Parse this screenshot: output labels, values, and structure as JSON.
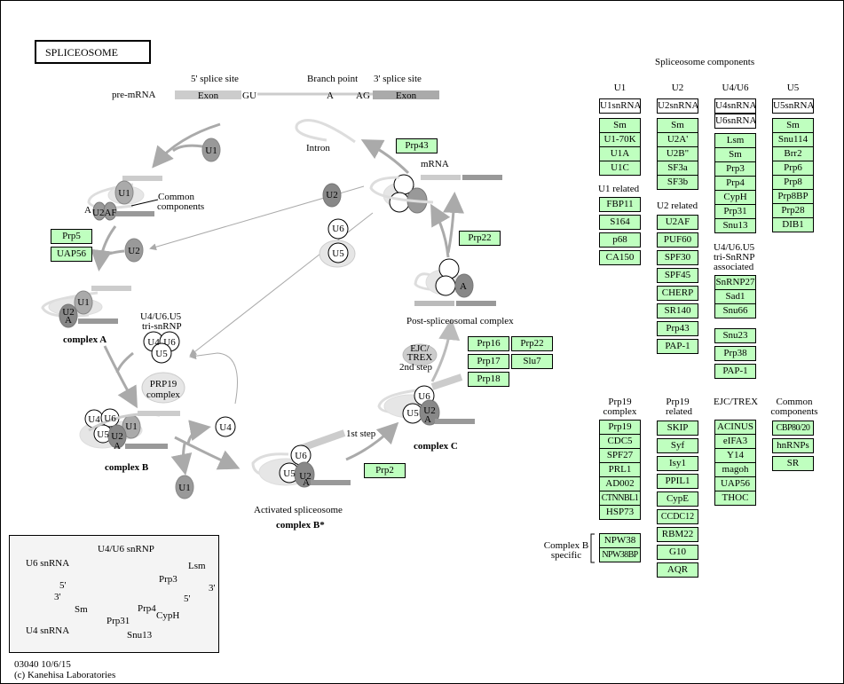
{
  "title": "SPLICEOSOME",
  "footer": {
    "id_date": "03040 10/6/15",
    "copyright": "(c) Kanehisa Laboratories"
  },
  "premrna": {
    "label": "pre-mRNA",
    "five_splice": "5' splice site",
    "branch_point": "Branch point",
    "three_splice": "3' splice site",
    "exon1": "Exon",
    "gu": "GU",
    "a": "A",
    "ag": "AG",
    "exon2": "Exon"
  },
  "diagram": {
    "intron": "Intron",
    "mrna": "mRNA",
    "common_components": [
      "Common",
      "components"
    ],
    "complex_a": "complex A",
    "complex_b": "complex B",
    "complex_bstar": "complex B*",
    "activated": "Activated spliceosome",
    "complex_c": "complex C",
    "post": "Post-spliceosomal complex",
    "tri_snrnp": [
      "U4/U6.U5",
      "tri-snRNP"
    ],
    "prp19_complex": [
      "PRP19",
      "complex"
    ],
    "ejc_trex": [
      "EJC/",
      "TREX"
    ],
    "second_step": "2nd step",
    "first_step": "1st step",
    "particles": {
      "u1": "U1",
      "u2": "U2",
      "u4": "U4",
      "u5": "U5",
      "u6": "U6",
      "u2af": "U2AF",
      "a": "A"
    },
    "green_boxes": {
      "prp5": "Prp5",
      "uap56": "UAP56",
      "prp43": "Prp43",
      "prp22": "Prp22",
      "prp16": "Prp16",
      "prp22b": "Prp22",
      "prp17": "Prp17",
      "slu7": "Slu7",
      "prp18": "Prp18",
      "prp2": "Prp2"
    }
  },
  "legend_panel": {
    "title": "U4/U6 snRNP",
    "u6_snrna": "U6 snRNA",
    "u4_snrna": "U4 snRNA",
    "five_prime": "5'",
    "three_prime": "3'",
    "five_prime_b": "5'",
    "three_prime_b": "3'",
    "sm": "Sm",
    "prp31": "Prp31",
    "snu13": "Snu13",
    "prp4": "Prp4",
    "cyph": "CypH",
    "prp3": "Prp3",
    "lsm": "Lsm"
  },
  "components": {
    "title": "Spliceosome components",
    "u1": {
      "header": "U1",
      "snrna": "U1snRNA",
      "items": [
        "Sm",
        "U1-70K",
        "U1A",
        "U1C"
      ],
      "related_header": "U1 related",
      "related": [
        "FBP11",
        "S164",
        "p68",
        "CA150"
      ]
    },
    "u2": {
      "header": "U2",
      "snrna": "U2snRNA",
      "items": [
        "Sm",
        "U2A'",
        "U2B\"",
        "SF3a",
        "SF3b"
      ],
      "related_header": "U2 related",
      "related": [
        "U2AF",
        "PUF60",
        "SPF30",
        "SPF45",
        "CHERP",
        "SR140",
        "Prp43",
        "PAP-1"
      ]
    },
    "u4u6": {
      "header": "U4/U6",
      "snrna": [
        "U4snRNA",
        "U6snRNA"
      ],
      "items": [
        "Lsm",
        "Sm",
        "Prp3",
        "Prp4",
        "CypH",
        "Prp31",
        "Snu13"
      ],
      "assoc_header": [
        "U4/U6.U5",
        "tri-SnRNP",
        "associated"
      ],
      "assoc": [
        "SnRNP27",
        "Sad1",
        "Snu66"
      ],
      "extra": [
        "Snu23",
        "Prp38",
        "PAP-1"
      ]
    },
    "u5": {
      "header": "U5",
      "snrna": "U5snRNA",
      "items": [
        "Sm",
        "Snu114",
        "Brr2",
        "Prp6",
        "Prp8",
        "Prp8BP",
        "Prp28",
        "DIB1"
      ]
    },
    "prp19": {
      "header": [
        "Prp19",
        "complex"
      ],
      "items": [
        "Prp19",
        "CDC5",
        "SPF27",
        "PRL1",
        "AD002",
        "CTNNBL1",
        "HSP73"
      ],
      "complex_b_label": [
        "Complex B",
        "specific"
      ],
      "complex_b": [
        "NPW38",
        "NPW38BP"
      ]
    },
    "prp19_related": {
      "header": [
        "Prp19",
        "related"
      ],
      "items": [
        "SKIP",
        "Syf",
        "Isy1",
        "PPIL1",
        "CypE",
        "CCDC12",
        "RBM22",
        "G10",
        "AQR"
      ]
    },
    "ejc": {
      "header": "EJC/TREX",
      "items": [
        "ACINUS",
        "eIFA3",
        "Y14",
        "magoh",
        "UAP56",
        "THOC"
      ]
    },
    "common": {
      "header": [
        "Common",
        "components"
      ],
      "items": [
        "CBP80/20",
        "hnRNPs",
        "SR"
      ]
    }
  },
  "colors": {
    "gene_box": "#bfffbf",
    "dark_particle": "#999999",
    "mid_particle": "#aaaaaa",
    "light_gray": "#cccccc",
    "arrow": "#aaaaaa"
  }
}
